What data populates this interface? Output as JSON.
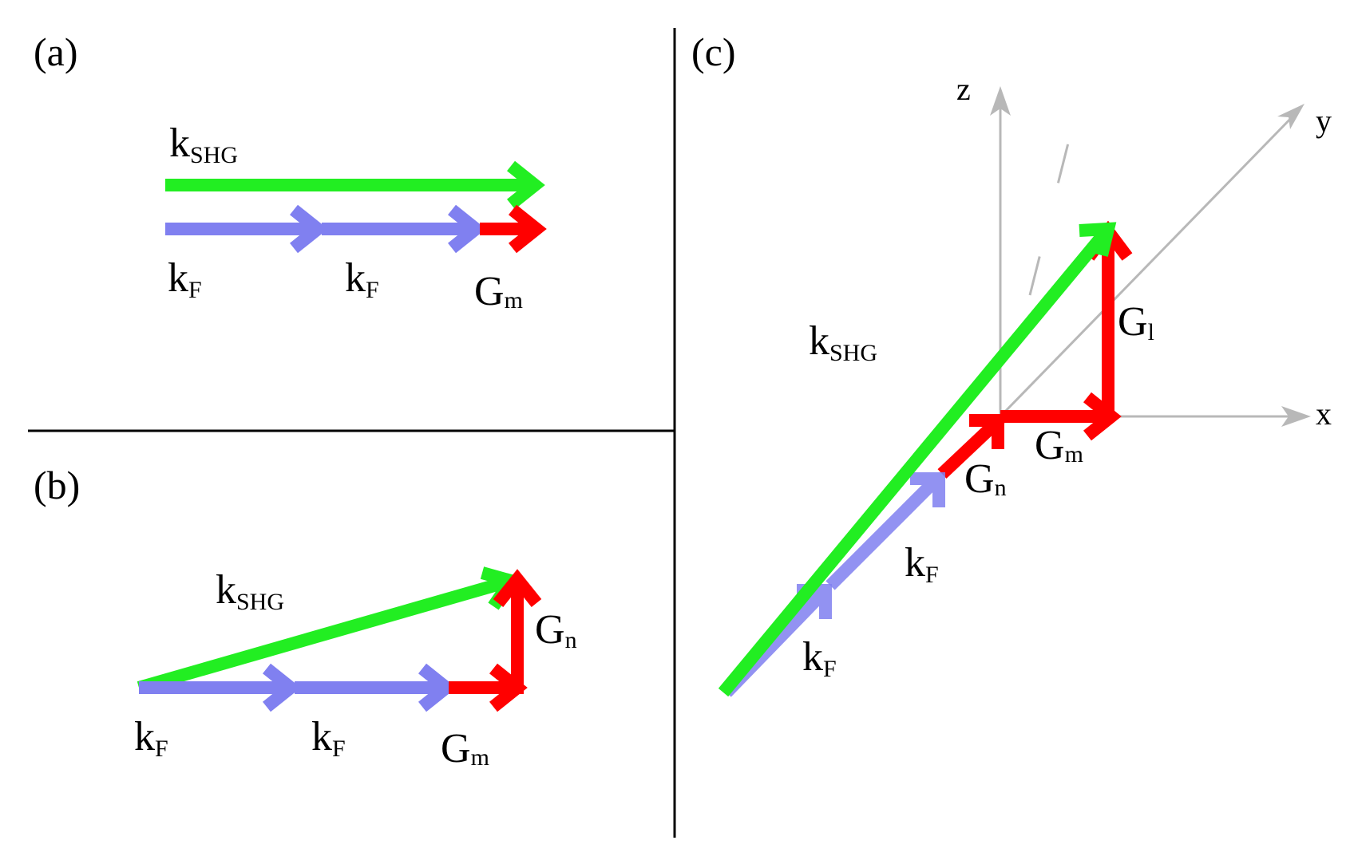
{
  "colors": {
    "k_shg": "#22ee22",
    "k_f": "#8080f0",
    "g": "#ff0000",
    "axis": "#b8b8b8",
    "divider": "#000000"
  },
  "panels": {
    "a": {
      "label": "(a)",
      "k_shg": {
        "main": "k",
        "sub": "SHG"
      },
      "k_f_1": {
        "main": "k",
        "sub": "F"
      },
      "k_f_2": {
        "main": "k",
        "sub": "F"
      },
      "g_m": {
        "main": "G",
        "sub": "m"
      }
    },
    "b": {
      "label": "(b)",
      "k_shg": {
        "main": "k",
        "sub": "SHG"
      },
      "k_f_1": {
        "main": "k",
        "sub": "F"
      },
      "k_f_2": {
        "main": "k",
        "sub": "F"
      },
      "g_m": {
        "main": "G",
        "sub": "m"
      },
      "g_n": {
        "main": "G",
        "sub": "n"
      }
    },
    "c": {
      "label": "(c)",
      "axis_z": "z",
      "axis_y": "y",
      "axis_x": "x",
      "k_shg": {
        "main": "k",
        "sub": "SHG"
      },
      "g_l": {
        "main": "G",
        "sub": "l"
      },
      "g_m": {
        "main": "G",
        "sub": "m"
      },
      "g_n": {
        "main": "G",
        "sub": "n"
      },
      "k_f_1": {
        "main": "k",
        "sub": "F"
      },
      "k_f_2": {
        "main": "k",
        "sub": "F"
      }
    }
  }
}
